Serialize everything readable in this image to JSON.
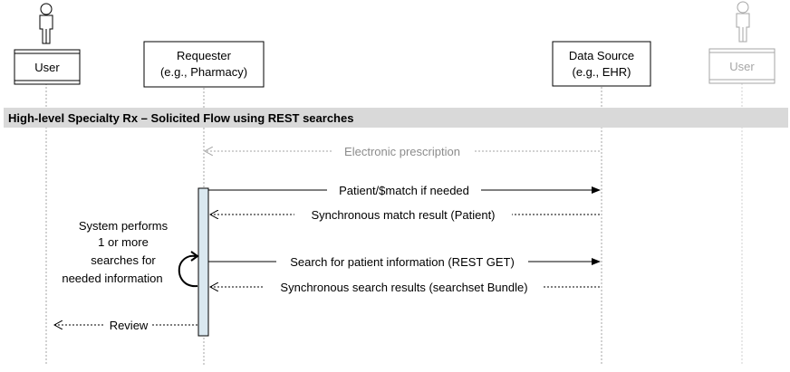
{
  "participants": {
    "user_left": {
      "label": "User"
    },
    "requester": {
      "line1": "Requester",
      "line2": "(e.g., Pharmacy)"
    },
    "data_source": {
      "line1": "Data Source",
      "line2": "(e.g., EHR)"
    },
    "user_right": {
      "label": "User"
    }
  },
  "banner": {
    "title": "High-level Specialty Rx – Solicited Flow using REST searches"
  },
  "messages": {
    "electronic_prescription": "Electronic prescription",
    "patient_match": "Patient/$match if needed",
    "match_result": "Synchronous match result (Patient)",
    "search_request": "Search for patient information (REST GET)",
    "search_results": "Synchronous search results (searchset Bundle)",
    "review": "Review"
  },
  "note": {
    "line1": "System performs",
    "line2": "1 or more",
    "line3": "searches for",
    "line4": "needed information"
  },
  "colors": {
    "line": "#000000",
    "faded": "#a6a6a6",
    "banner_fill": "#d9d9d9",
    "activation_fill": "#dae8f0",
    "text": "#000000",
    "faded_text": "#8c8c8c"
  }
}
